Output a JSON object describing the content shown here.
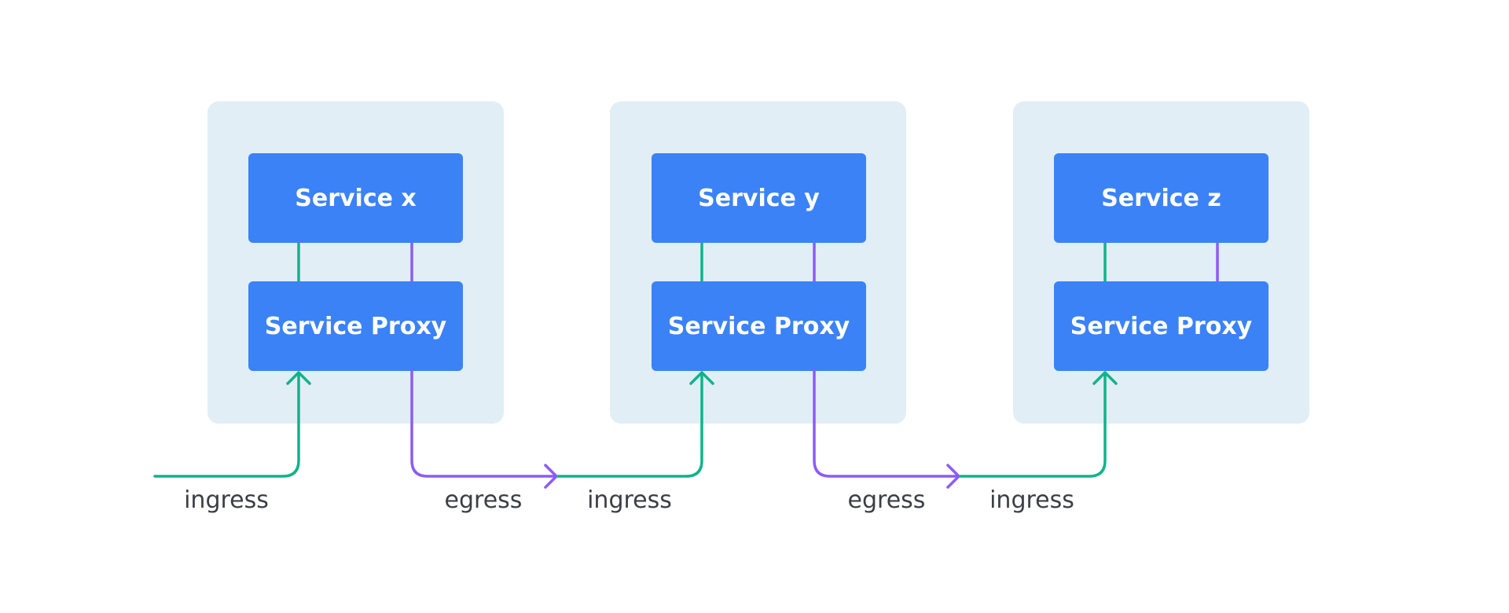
{
  "colors": {
    "background": "#ffffff",
    "panel": "#e1eef6",
    "box": "#3b82f6",
    "box_text": "#ffffff",
    "ingress": "#10b38a",
    "egress": "#8b5cf6",
    "label": "#3b3f45"
  },
  "services": [
    {
      "service_label": "Service x",
      "proxy_label": "Service Proxy"
    },
    {
      "service_label": "Service y",
      "proxy_label": "Service Proxy"
    },
    {
      "service_label": "Service z",
      "proxy_label": "Service Proxy"
    }
  ],
  "flow_labels": {
    "ingress_1": "ingress",
    "egress_1": "egress",
    "ingress_2": "ingress",
    "egress_2": "egress",
    "ingress_3": "ingress"
  }
}
